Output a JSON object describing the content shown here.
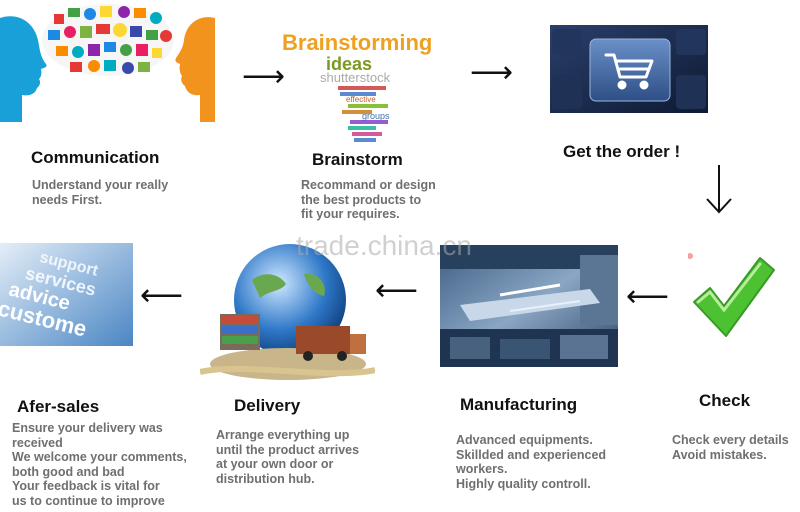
{
  "steps": [
    {
      "title": "Communication",
      "desc": [
        "Understand your really",
        "needs First."
      ]
    },
    {
      "title": "Brainstorm",
      "desc": [
        "Recommand or design",
        "the best products to",
        "fit your requires."
      ]
    },
    {
      "title": "Get the order !",
      "desc": []
    },
    {
      "title": "Check",
      "desc": [
        "Check every details",
        "Avoid mistakes."
      ]
    },
    {
      "title": "Manufacturing",
      "desc": [
        "Advanced equipments.",
        "Skillded and experienced",
        "workers.",
        "Highly quality controll."
      ]
    },
    {
      "title": "Delivery",
      "desc": [
        "Arrange everything up",
        "until the product arrives",
        "at your own door or",
        "distribution hub."
      ]
    },
    {
      "title": "Afer-sales",
      "desc": [
        "Ensure your delivery was",
        "received",
        "We welcome your comments,",
        "both good and bad",
        "Your feedback is vital for",
        "us to continue to improve"
      ]
    }
  ],
  "images": {
    "brainstorm_word1": "Brainstorming",
    "brainstorm_word2": "ideas",
    "brainstorm_word3": "effective",
    "brainstorm_word4": "groups",
    "brainstorm_stock": "shutterstock",
    "aftersales_words": [
      "support",
      "services",
      "advice",
      "custome"
    ]
  },
  "watermark": "trade.china.cn",
  "colors": {
    "head_left": "#1aa0d8",
    "head_right": "#f2931d",
    "check_green": "#4cc233",
    "keyboard": "#1c2a4a"
  },
  "icons": [
    "head-silhouette-icon",
    "cart-key-icon",
    "checkmark-icon",
    "arrow-right-icon",
    "arrow-down-icon",
    "arrow-left-icon"
  ]
}
